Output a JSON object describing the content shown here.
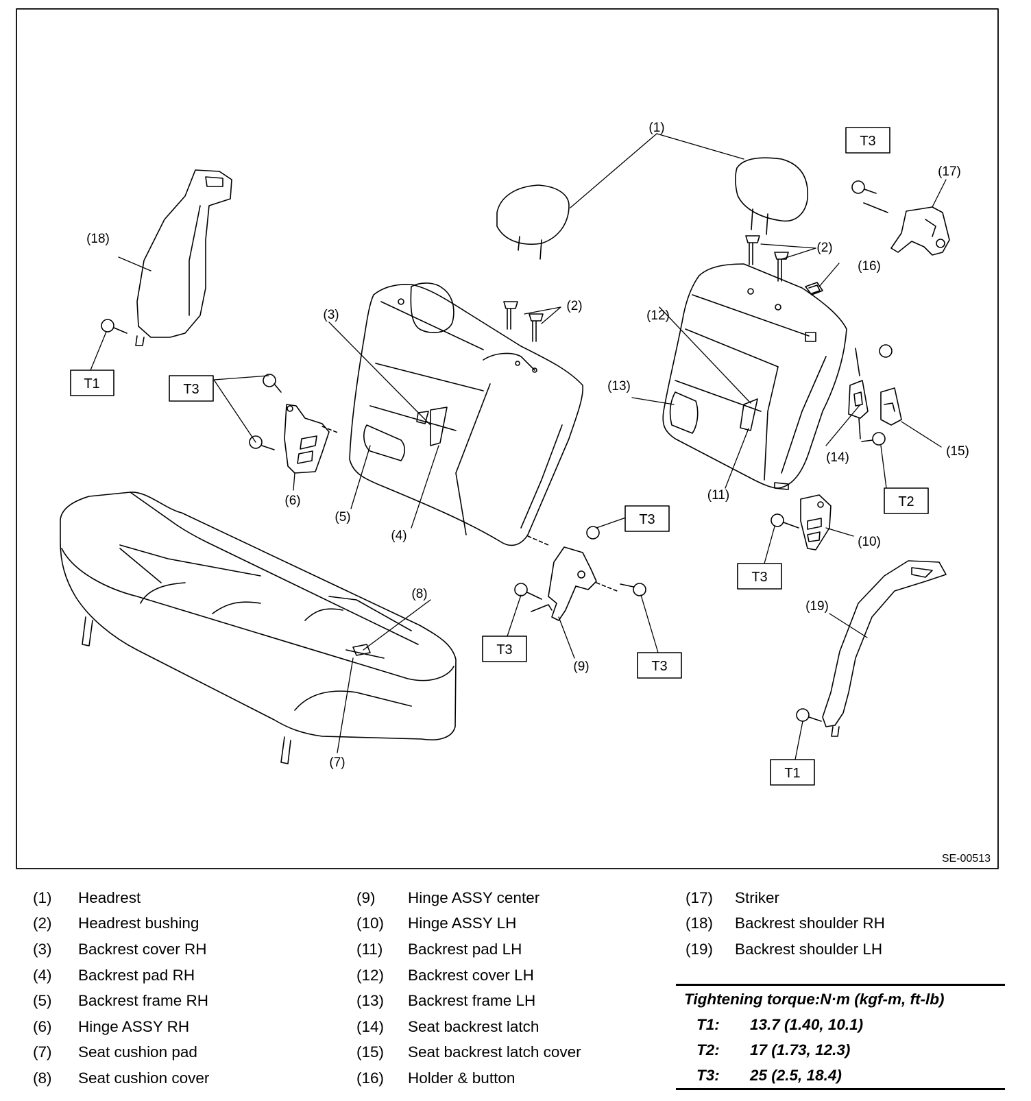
{
  "diagram": {
    "code": "SE-00513",
    "callouts": [
      "(1)",
      "(2)",
      "(3)",
      "(4)",
      "(5)",
      "(6)",
      "(7)",
      "(8)",
      "(9)",
      "(10)",
      "(11)",
      "(12)",
      "(13)",
      "(14)",
      "(15)",
      "(16)",
      "(17)",
      "(18)",
      "(19)"
    ],
    "torque_tags": {
      "t1": "T1",
      "t2": "T2",
      "t3": "T3"
    }
  },
  "legend": {
    "col1": [
      {
        "num": "(1)",
        "name": "Headrest"
      },
      {
        "num": "(2)",
        "name": "Headrest bushing"
      },
      {
        "num": "(3)",
        "name": "Backrest cover RH"
      },
      {
        "num": "(4)",
        "name": "Backrest pad RH"
      },
      {
        "num": "(5)",
        "name": "Backrest frame RH"
      },
      {
        "num": "(6)",
        "name": "Hinge ASSY RH"
      },
      {
        "num": "(7)",
        "name": "Seat cushion pad"
      },
      {
        "num": "(8)",
        "name": "Seat cushion cover"
      }
    ],
    "col2": [
      {
        "num": "(9)",
        "name": "Hinge ASSY center"
      },
      {
        "num": "(10)",
        "name": "Hinge ASSY LH"
      },
      {
        "num": "(11)",
        "name": "Backrest pad LH"
      },
      {
        "num": "(12)",
        "name": "Backrest cover LH"
      },
      {
        "num": "(13)",
        "name": "Backrest frame LH"
      },
      {
        "num": "(14)",
        "name": "Seat backrest latch"
      },
      {
        "num": "(15)",
        "name": "Seat backrest latch cover"
      },
      {
        "num": "(16)",
        "name": "Holder & button"
      }
    ],
    "col3": [
      {
        "num": "(17)",
        "name": "Striker"
      },
      {
        "num": "(18)",
        "name": "Backrest shoulder RH"
      },
      {
        "num": "(19)",
        "name": "Backrest shoulder LH"
      }
    ]
  },
  "torque": {
    "title": "Tightening torque:N·m (kgf-m, ft-lb)",
    "rows": [
      {
        "key": "T1:",
        "value": "13.7 (1.40, 10.1)"
      },
      {
        "key": "T2:",
        "value": "17 (1.73, 12.3)"
      },
      {
        "key": "T3:",
        "value": "25 (2.5, 18.4)"
      }
    ]
  }
}
